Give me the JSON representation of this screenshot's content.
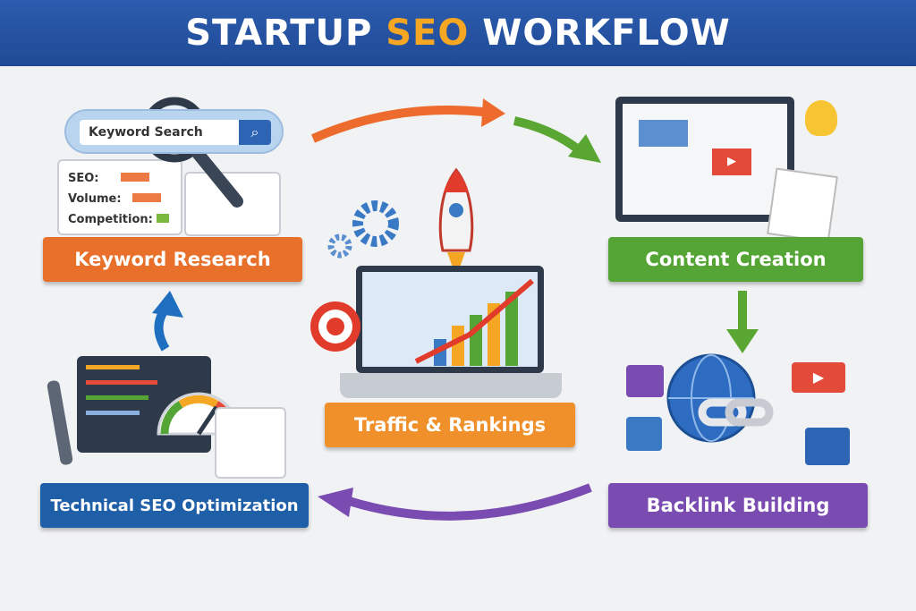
{
  "title": {
    "part1": "STARTUP",
    "part2": "SEO",
    "part3": "WORKFLOW"
  },
  "keyword_research": {
    "search_text": "Keyword Search",
    "labels": [
      "SEO:",
      "Volume:",
      "Competition:"
    ],
    "banner": "Keyword Research"
  },
  "content_creation": {
    "banner": "Content Creation"
  },
  "traffic": {
    "banner": "Traffic & Rankings"
  },
  "backlinks": {
    "banner": "Backlink Building"
  },
  "technical": {
    "banner": "Technical SEO Optimization"
  },
  "colors": {
    "title_bar": "#2453a0",
    "highlight": "#f5a623",
    "keyword": "#e8702a",
    "content": "#55a436",
    "traffic": "#f0902a",
    "backlinks": "#7a4bb0",
    "technical": "#1f5fa8"
  }
}
